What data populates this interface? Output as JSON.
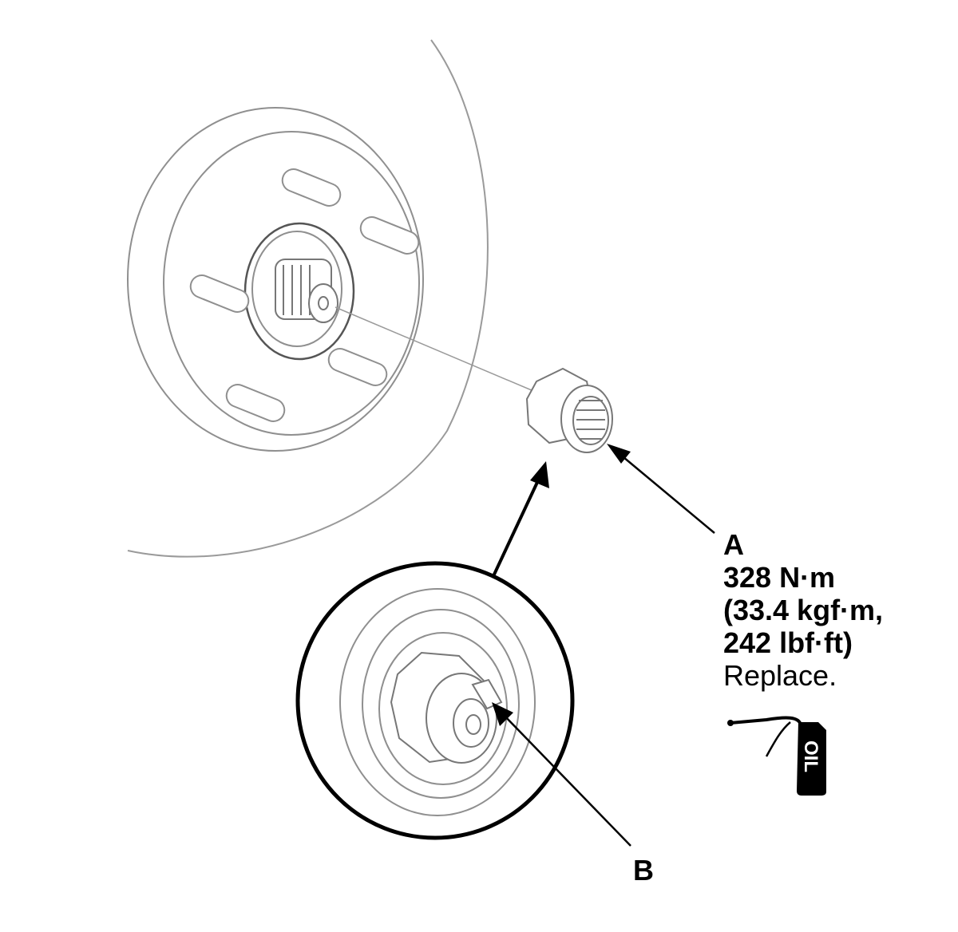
{
  "labels": {
    "a": {
      "letter": "A",
      "torque_nm": "328 N·m",
      "torque_kgf": "(33.4 kgf·m,",
      "torque_lbf": "242 lbf·ft)",
      "note": "Replace."
    },
    "b": {
      "letter": "B"
    }
  },
  "oil_icon": {
    "name": "oil-can-icon",
    "text": "OIL"
  },
  "colors": {
    "ink": "#000000",
    "light_line": "#8a8a8a",
    "background": "#ffffff"
  }
}
